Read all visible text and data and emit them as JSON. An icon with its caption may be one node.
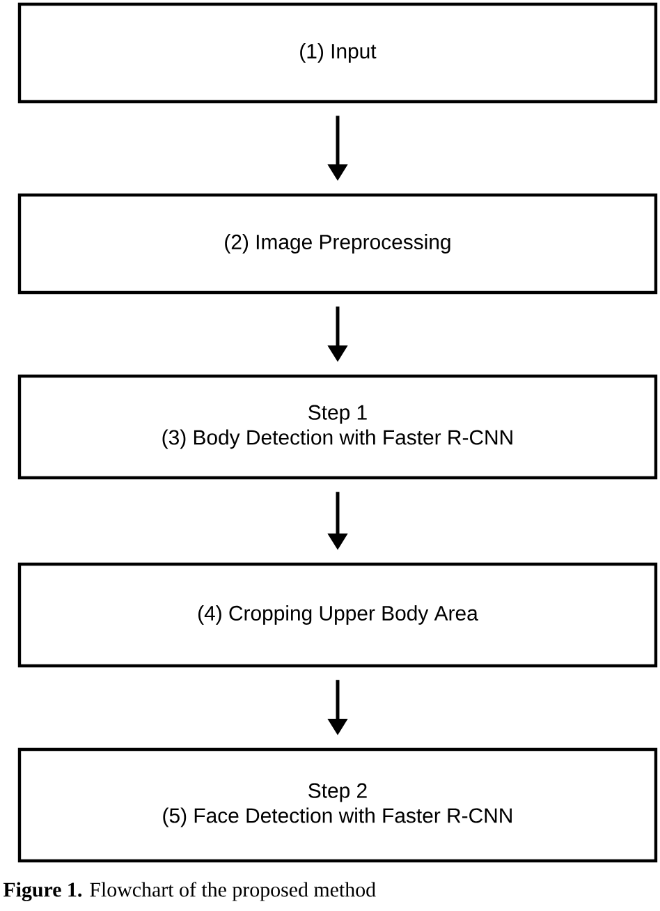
{
  "diagram": {
    "caption": "**Figure 1.** Flowchart of the proposed method",
    "nodes": [
      {
        "text": [
          "(1) Input"
        ]
      },
      {
        "text": [
          "(2) Image Preprocessing"
        ]
      },
      {
        "text": [
          "Step 1",
          "(3) Body Detection with Faster R-CNN"
        ]
      },
      {
        "text": [
          "(4) Cropping Upper Body Area"
        ]
      },
      {
        "text": [
          "Step 2",
          "(5) Face Detection with Faster R-CNN"
        ]
      }
    ],
    "edges": [
      {
        "from": 0,
        "to": 1,
        "arrow": "to"
      },
      {
        "from": 1,
        "to": 2,
        "arrow": "to"
      },
      {
        "from": 2,
        "to": 3,
        "arrow": "to"
      },
      {
        "from": 3,
        "to": 4,
        "arrow": "to"
      }
    ]
  }
}
